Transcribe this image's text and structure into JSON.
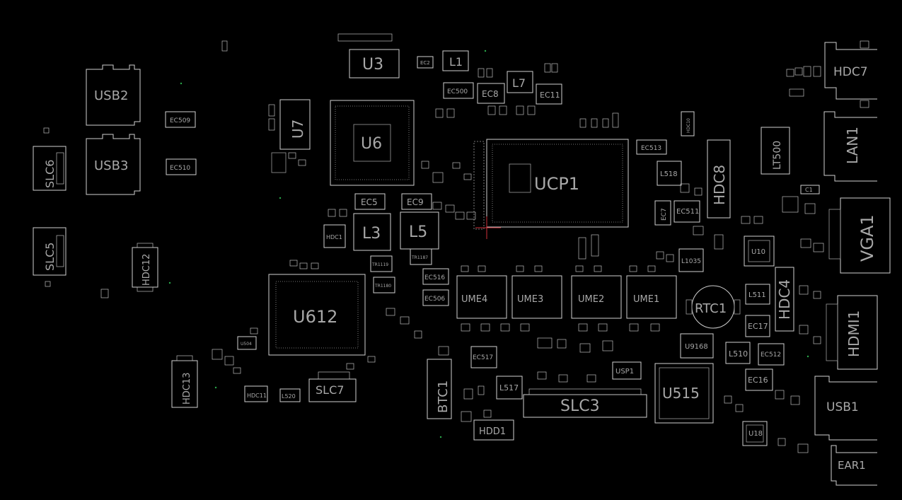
{
  "viewer": {
    "background": "#000000",
    "outline_color": "#cfcfcf",
    "label_color": "#a8a8a8",
    "cursor_color": "#d0303a"
  },
  "components": {
    "U3": "U3",
    "U6": "U6",
    "U7": "U7",
    "UCP1": "UCP1",
    "U612": "U612",
    "U515": "U515",
    "U10": "U10",
    "U18": "U18",
    "U9168": "U9168",
    "USB1": "USB1",
    "USB2": "USB2",
    "USB3": "USB3",
    "SLC3": "SLC3",
    "SLC5": "SLC5",
    "SLC6": "SLC6",
    "SLC7": "SLC7",
    "HDC4": "HDC4",
    "HDC7": "HDC7",
    "HDC8": "HDC8",
    "HDC11": "HDC11",
    "HDC12": "HDC12",
    "HDC13": "HDC13",
    "HDC1": "HDC1",
    "LAN1": "LAN1",
    "VGA1": "VGA1",
    "HDMI1": "HDMI1",
    "EAR1": "EAR1",
    "RTC1": "RTC1",
    "BTC1": "BTC1",
    "HDD1": "HDD1",
    "USP1": "USP1",
    "L1": "L1",
    "L3": "L3",
    "L5": "L5",
    "L7": "L7",
    "L510": "L510",
    "L511": "L511",
    "L517": "L517",
    "L518": "L518",
    "L520": "L520",
    "L1035": "L1035",
    "LT500": "LT500",
    "EC2": "EC2",
    "EC5": "EC5",
    "EC7": "EC7",
    "EC8": "EC8",
    "EC9": "EC9",
    "EC11": "EC11",
    "EC16": "EC16",
    "EC17": "EC17",
    "EC500": "EC500",
    "EC506": "EC506",
    "EC509": "EC509",
    "EC510": "EC510",
    "EC511": "EC511",
    "EC512": "EC512",
    "EC513": "EC513",
    "EC516": "EC516",
    "EC517": "EC517",
    "UME1": "UME1",
    "UME2": "UME2",
    "UME3": "UME3",
    "UME4": "UME4",
    "C1": "C1",
    "TR1119": "TR1119",
    "TR1180": "TR1180",
    "TR1187": "TR1187",
    "U504": "U504",
    "HDC10": "HDC10"
  }
}
